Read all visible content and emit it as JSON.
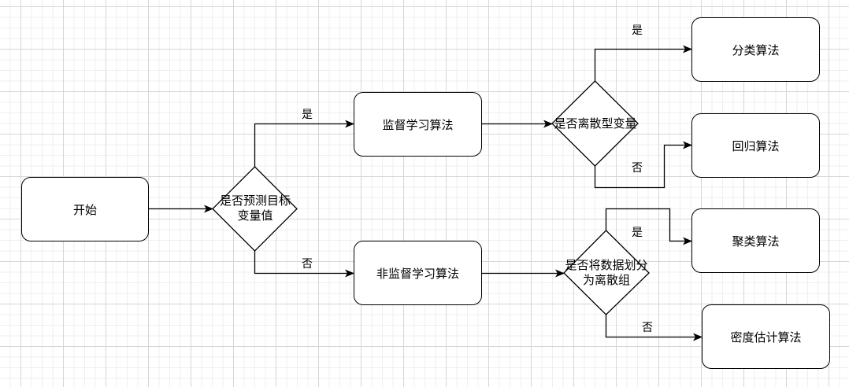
{
  "diagram": {
    "nodes": {
      "start": "开始",
      "q_predict": "是否预测目标变量值",
      "supervised": "监督学习算法",
      "unsupervised": "非监督学习算法",
      "q_discrete": "是否离散型变量",
      "q_group": "是否将数据划分为离散组",
      "classification": "分类算法",
      "regression": "回归算法",
      "clustering": "聚类算法",
      "density": "密度估计算法"
    },
    "edges": {
      "predict_yes": "是",
      "predict_no": "否",
      "discrete_yes": "是",
      "discrete_no": "否",
      "group_yes": "是",
      "group_no": "否"
    }
  }
}
